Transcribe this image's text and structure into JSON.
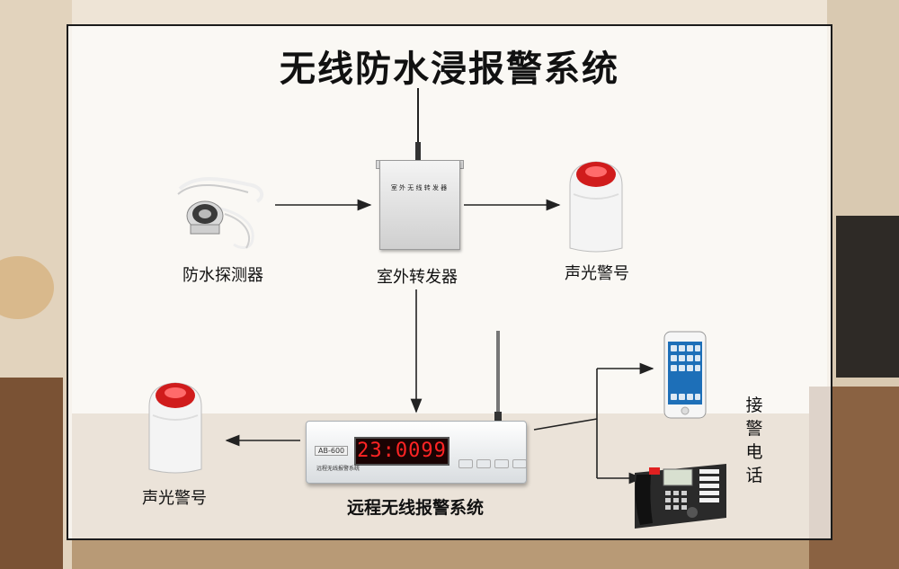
{
  "title": "无线防水浸报警系统",
  "devices": {
    "detector_label": "防水探测器",
    "repeater_label": "室外转发器",
    "repeater_box_text": "室 外 无 线 转 发 器",
    "siren_top_label": "声光警号",
    "siren_left_label": "声光警号",
    "controller_label": "远程无线报警系统",
    "controller_model": "AB-600",
    "controller_display": "23:0099",
    "controller_name": "远程无线报警系统",
    "phone_label": "接警电话"
  },
  "colors": {
    "siren_red": "#d01c1c",
    "display_red": "#ff2424"
  },
  "icons": {
    "detector": "water-sensor-icon",
    "repeater": "antenna-box-icon",
    "siren": "strobe-siren-icon",
    "controller": "alarm-host-icon",
    "mobile": "smartphone-icon",
    "deskphone": "desk-phone-icon"
  }
}
